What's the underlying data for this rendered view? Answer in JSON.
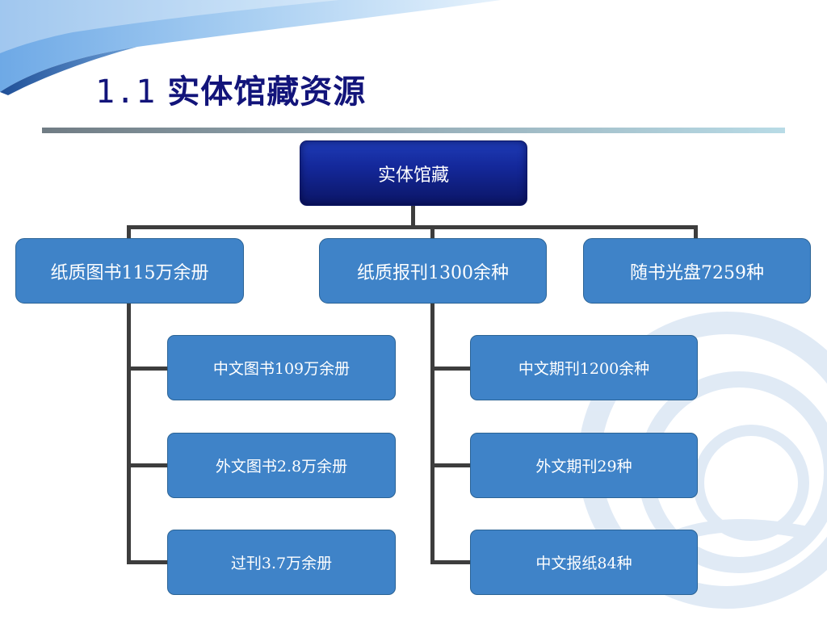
{
  "slide": {
    "title_number": "1.1",
    "title_text": "实体馆藏资源"
  },
  "colors": {
    "title": "#12147a",
    "root_fill": "#14289a",
    "node_fill": "#3f83c8",
    "node_border": "#2b6395",
    "connector": "#3d3d3d"
  },
  "diagram": {
    "root": "实体馆藏",
    "branches": [
      {
        "label": "纸质图书115万余册",
        "children": [
          "中文图书109万余册",
          "外文图书2.8万余册",
          "过刊3.7万余册"
        ]
      },
      {
        "label": "纸质报刊1300余种",
        "children": [
          "中文期刊1200余种",
          "外文期刊29种",
          "中文报纸84种"
        ]
      },
      {
        "label": "随书光盘7259种",
        "children": []
      }
    ]
  }
}
